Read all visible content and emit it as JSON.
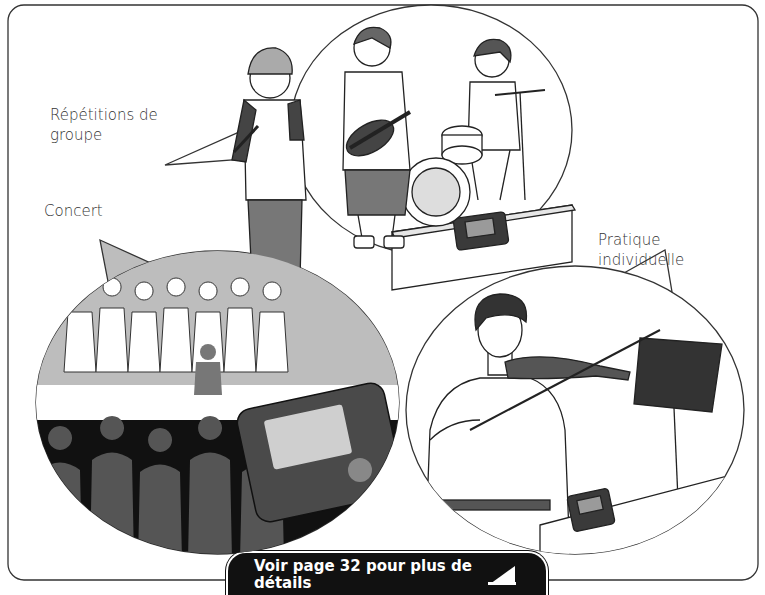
{
  "diagram": {
    "nodes": [
      {
        "text": [
          "Répétitions de groupe"
        ]
      },
      {
        "text": [
          "Concert"
        ]
      },
      {
        "text": [
          "Pratique individuelle"
        ]
      },
      {
        "text": [
          "Voir page 32 pour plus de détails"
        ]
      }
    ]
  }
}
